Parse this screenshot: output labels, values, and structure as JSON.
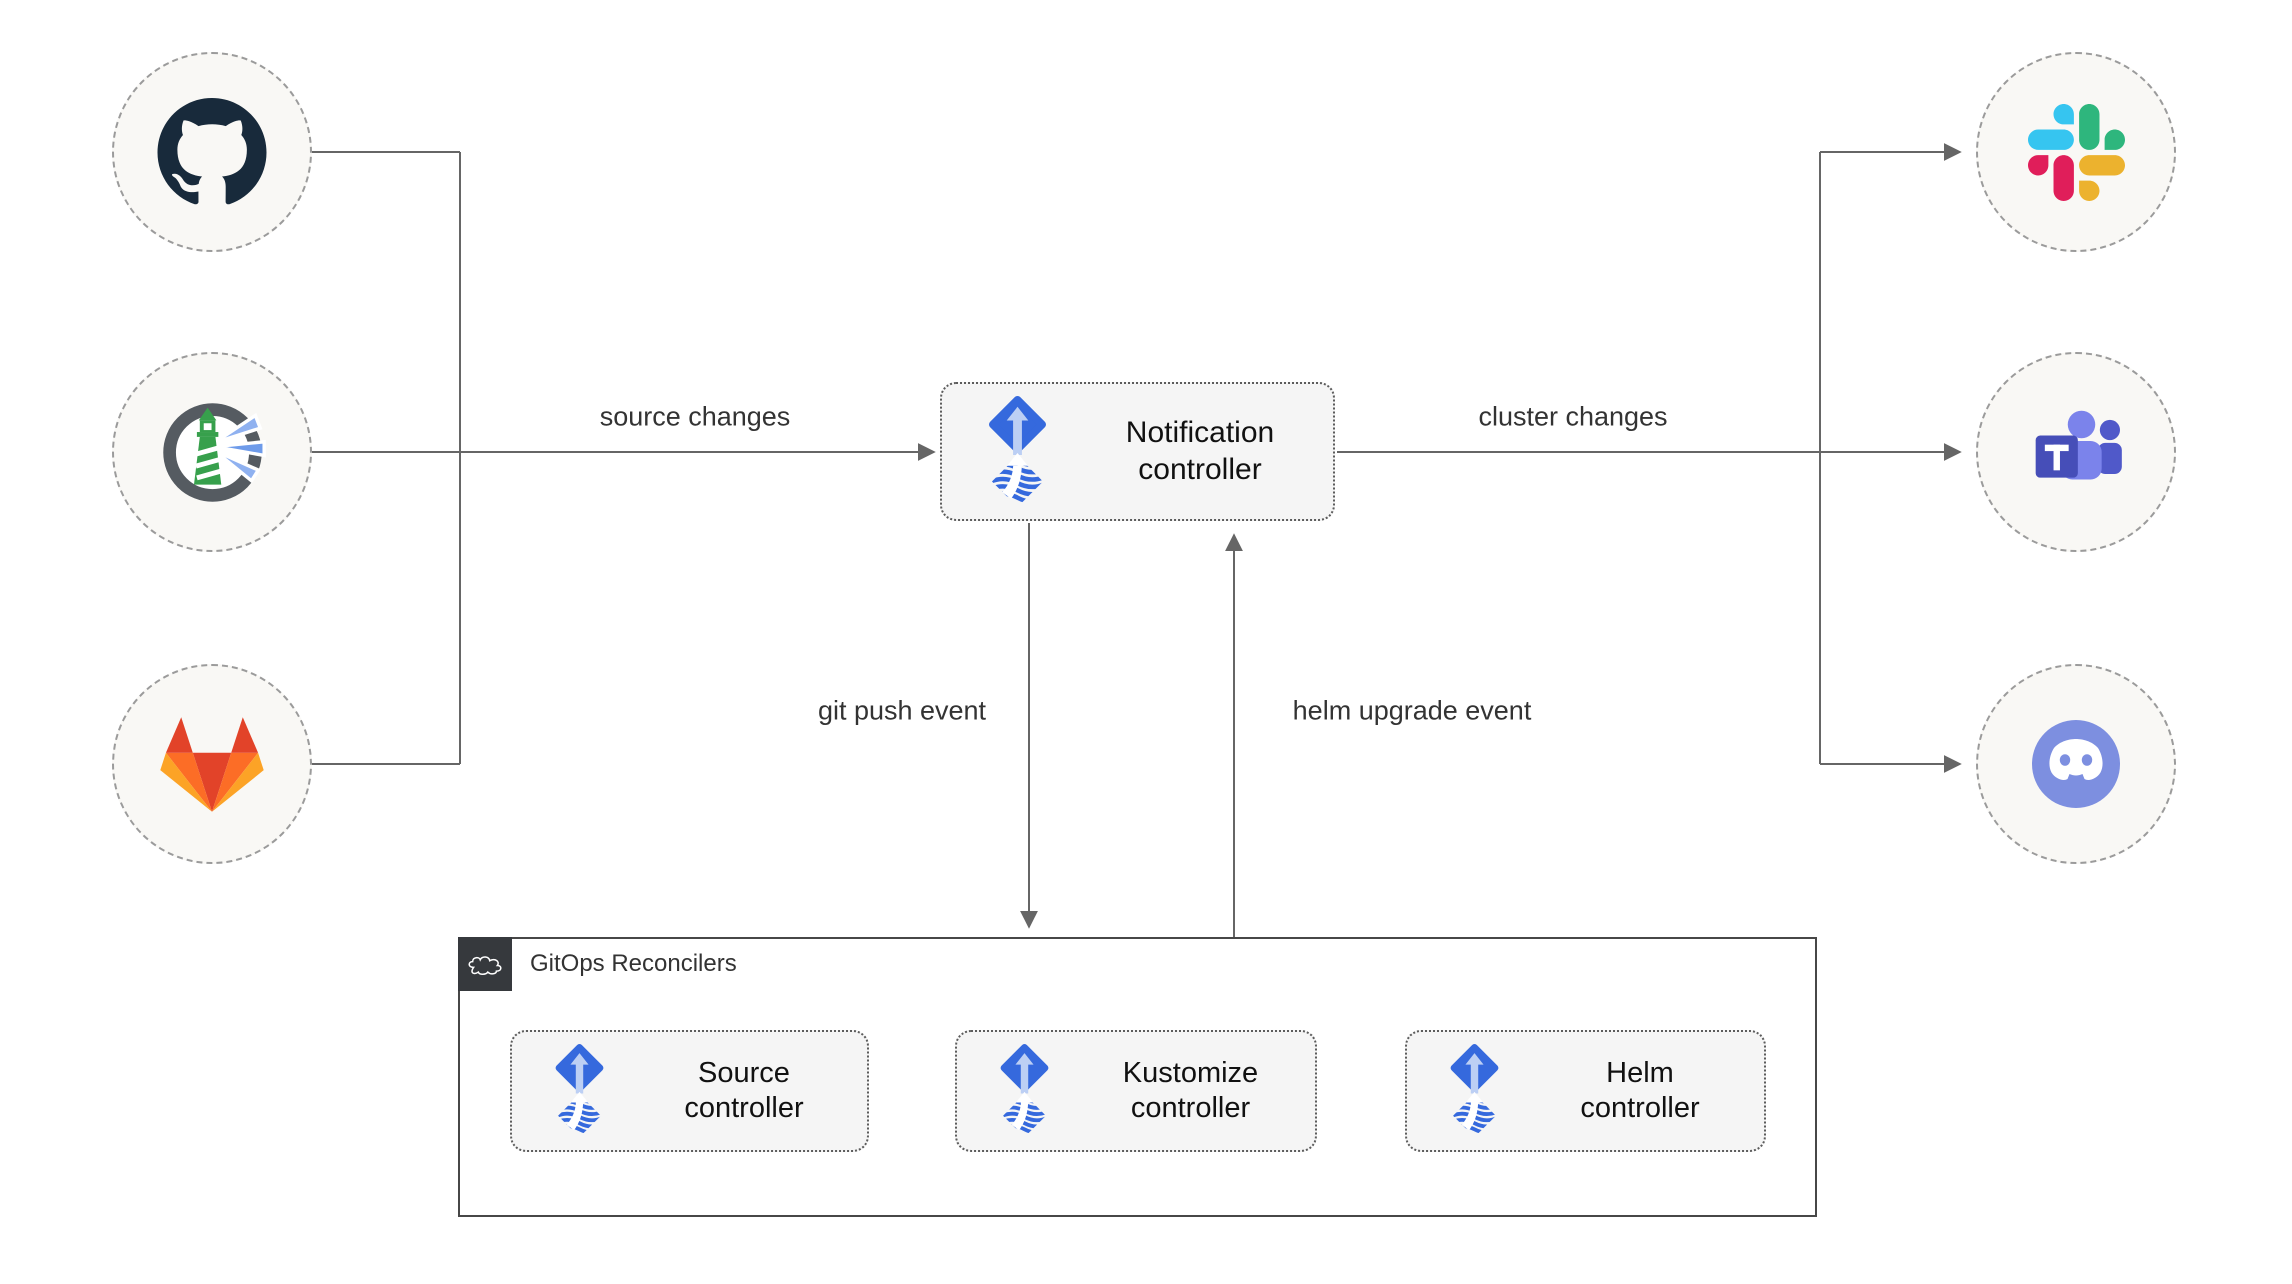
{
  "diagram_type": "flux-notification-controller-architecture",
  "nodes": {
    "sources": [
      {
        "id": "github",
        "icon": "github-icon"
      },
      {
        "id": "harbor",
        "icon": "harbor-icon"
      },
      {
        "id": "gitlab",
        "icon": "gitlab-icon"
      }
    ],
    "notification": {
      "label": "Notification\ncontroller",
      "icon": "flux-icon"
    },
    "targets": [
      {
        "id": "slack",
        "icon": "slack-icon"
      },
      {
        "id": "teams",
        "icon": "microsoft-teams-icon"
      },
      {
        "id": "discord",
        "icon": "discord-icon"
      }
    ]
  },
  "reconcilers": {
    "title": "GitOps Reconcilers",
    "badge_icon": "cloud-icon",
    "items": [
      {
        "label": "Source\ncontroller",
        "icon": "flux-icon"
      },
      {
        "label": "Kustomize\ncontroller",
        "icon": "flux-icon"
      },
      {
        "label": "Helm\ncontroller",
        "icon": "flux-icon"
      }
    ]
  },
  "edges": {
    "source_changes": "source changes",
    "cluster_changes": "cluster changes",
    "git_push": "git push event",
    "helm_upgrade": "helm upgrade event"
  },
  "colors": {
    "line": "#666666",
    "label_text": "#333333",
    "node_text": "#111111",
    "box_fill": "#F5F5F5",
    "circle_fill": "#F9F8F5",
    "group_header": "#36393D",
    "flux_blue": "#3569DD",
    "flux_light_arrow": "#BCCFF4",
    "github": "#182A3B",
    "harbor_green": "#37A04C",
    "harbor_ring": "#555B61",
    "gitlab": [
      "#E24329",
      "#FC6D26",
      "#FCA326"
    ],
    "slack": [
      "#36C5F0",
      "#2EB67D",
      "#ECB22E",
      "#E01E5A"
    ],
    "teams": [
      "#7B83EB",
      "#5059C9",
      "#464EB8"
    ],
    "discord": "#7D8FE0"
  }
}
